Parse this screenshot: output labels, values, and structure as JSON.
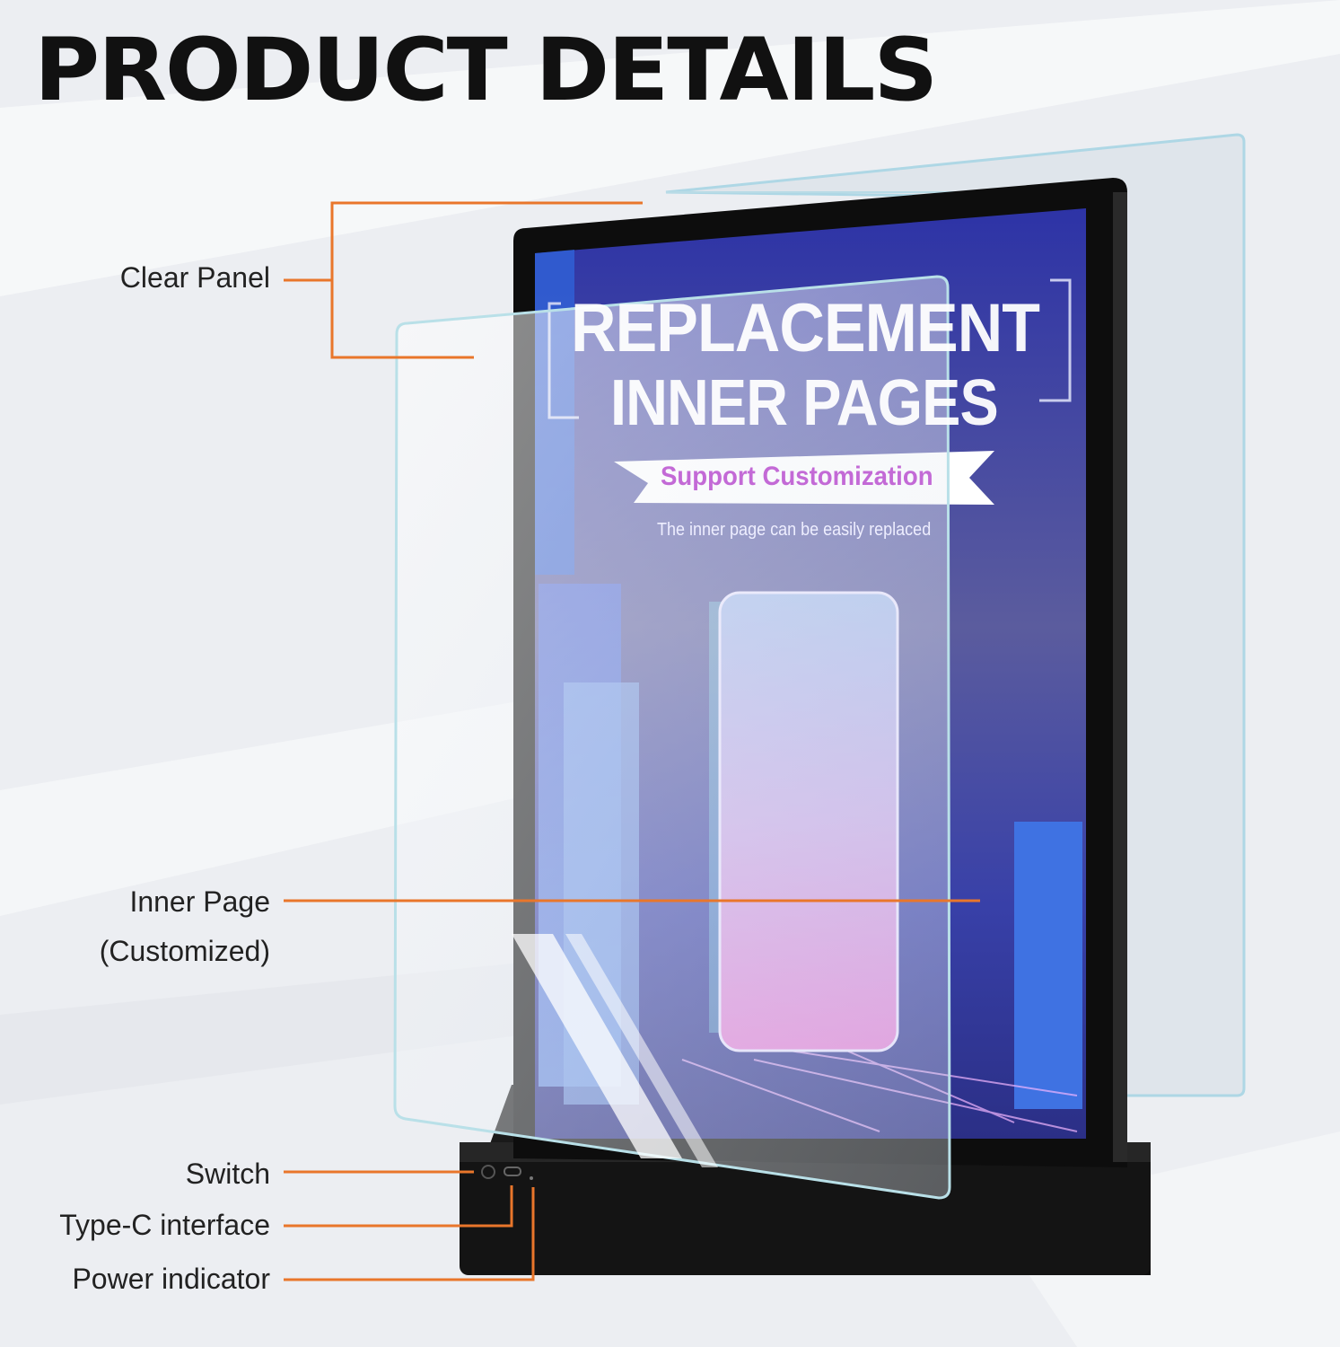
{
  "title": "PRODUCT DETAILS",
  "colors": {
    "accent": "#e9762b",
    "frame": "#111111",
    "screen_blue": "#2a2e8c"
  },
  "screen": {
    "headline_line1": "REPLACEMENT",
    "headline_line2": "INNER PAGES",
    "ribbon": "Support Customization",
    "subtitle": "The inner page can be easily replaced"
  },
  "callouts": {
    "clear_panel": "Clear Panel",
    "inner_page_line1": "Inner Page",
    "inner_page_line2": "(Customized)",
    "switch": "Switch",
    "type_c": "Type-C interface",
    "power_indicator": "Power indicator"
  }
}
